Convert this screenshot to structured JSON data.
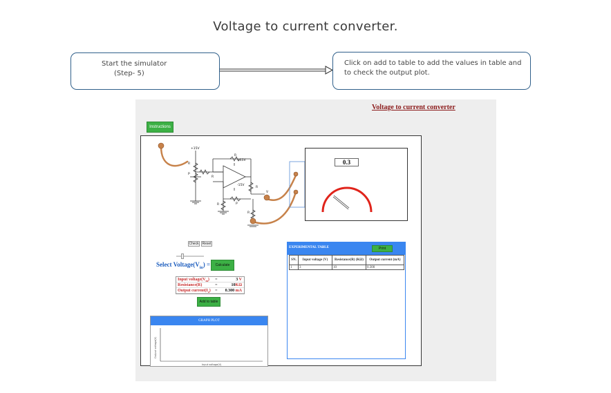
{
  "page": {
    "title": "Voltage to current converter."
  },
  "steps": {
    "left_line1": "Start the simulator",
    "left_line2": "(Step- 5)",
    "right_text": "Click on add to table to add the values in table and to check the output plot."
  },
  "simulator": {
    "title": "Voltage to current converter",
    "instructions_label": "Instructions",
    "meter_reading": "0.3",
    "circuit_labels": {
      "plus15_top": "+15V",
      "plus15_opamp": "+15V",
      "minus15": "-15V",
      "r1": "R",
      "p1": "P",
      "r2": "R",
      "r3": "R",
      "rf": "R",
      "p2": "P",
      "rl": "R",
      "v": "V"
    },
    "check_label": "Check",
    "reset_label": "Reset",
    "select_voltage_label": "Select Voltage(V",
    "select_voltage_sub": "in",
    "select_voltage_suffix": ") =",
    "calculate_label": "Calculate",
    "results": [
      {
        "label": "Input voltage(V",
        "sub": "in",
        "suffix": ")",
        "value": "3",
        "unit": "V"
      },
      {
        "label": "Resistance(R)",
        "sub": "",
        "suffix": "",
        "value": "10",
        "unit": "KΩ"
      },
      {
        "label": "Output current(I",
        "sub": "o",
        "suffix": ")",
        "value": "0.300",
        "unit": "mA"
      }
    ],
    "add_to_table_label": "Add to table",
    "graph": {
      "title": "GRAPH PLOT",
      "ylabel": "Output voltage(V)",
      "xlabel": "Input voltage(V)"
    },
    "table": {
      "title": "EXPERIMENTAL TABLE",
      "print_label": "Print",
      "columns": [
        "SN.",
        "Input voltage (V)",
        "Resistance(R) (KΩ)",
        "Output current (mA)"
      ],
      "rows": [
        [
          "1",
          "3",
          "10",
          "0.300"
        ]
      ]
    }
  },
  "colors": {
    "accent_green": "#3cb045",
    "accent_blue": "#3a86f0",
    "title_red": "#8b1a1a",
    "meter_arc": "#e0241b"
  }
}
